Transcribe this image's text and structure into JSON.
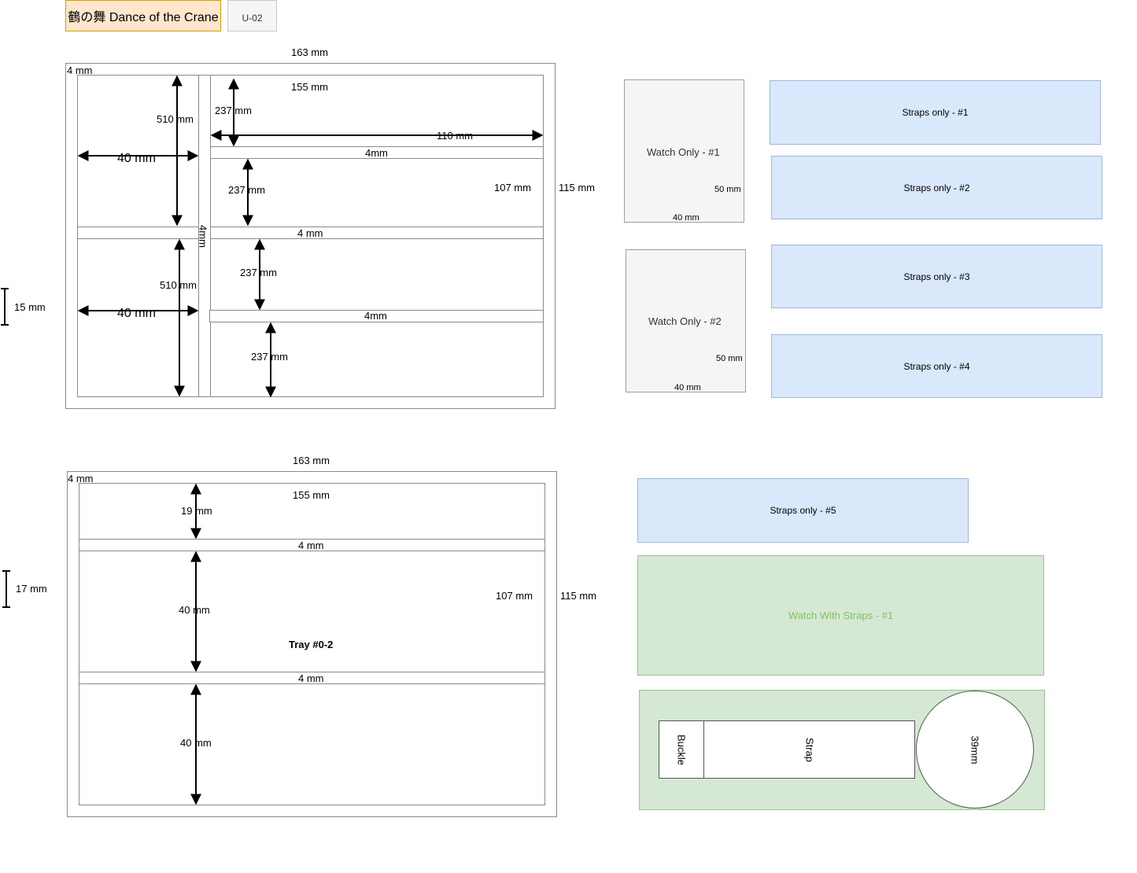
{
  "header": {
    "title": "鶴の舞 Dance of the Crane",
    "code": "U-02"
  },
  "tray1": {
    "width_label": "163 mm",
    "wall_label": "4 mm",
    "inner_width_label": "155 mm",
    "inner_height_label": "107 mm",
    "height_label": "115 mm",
    "depth_label": "15 mm",
    "left_width_label_a": "40 mm",
    "left_width_label_b": "40 mm",
    "left_len_a": "510 mm",
    "left_len_b": "510 mm",
    "vertical_divider_label": "4mm",
    "right_len_label": "110 mm",
    "slot_h_1": "237 mm",
    "slot_h_2": "237 mm",
    "slot_h_3": "237 mm",
    "slot_h_4": "237 mm",
    "divider_1": "4mm",
    "divider_2": "4 mm",
    "divider_3": "4mm"
  },
  "tray2": {
    "width_label": "163 mm",
    "wall_label": "4 mm",
    "inner_width_label": "155 mm",
    "inner_height_label": "107 mm",
    "height_label": "115 mm",
    "depth_label": "17 mm",
    "slot_1": "19 mm",
    "slot_2": "40 mm",
    "slot_3": "40 mm",
    "divider_1": "4 mm",
    "divider_2": "4 mm",
    "tray_name": "Tray #0-2"
  },
  "watch_only": [
    {
      "label": "Watch Only - #1",
      "h": "50 mm",
      "w": "40 mm"
    },
    {
      "label": "Watch Only - #2",
      "h": "50 mm",
      "w": "40 mm"
    }
  ],
  "straps": [
    "Straps only - #1",
    "Straps only - #2",
    "Straps only - #3",
    "Straps only - #4",
    "Straps only - #5"
  ],
  "watch_with_straps": {
    "label": "Watch With Straps - #1",
    "label_color": "#82c063"
  },
  "watch_parts": {
    "buckle": "Buckle",
    "strap": "Strap",
    "face": "39mm"
  }
}
